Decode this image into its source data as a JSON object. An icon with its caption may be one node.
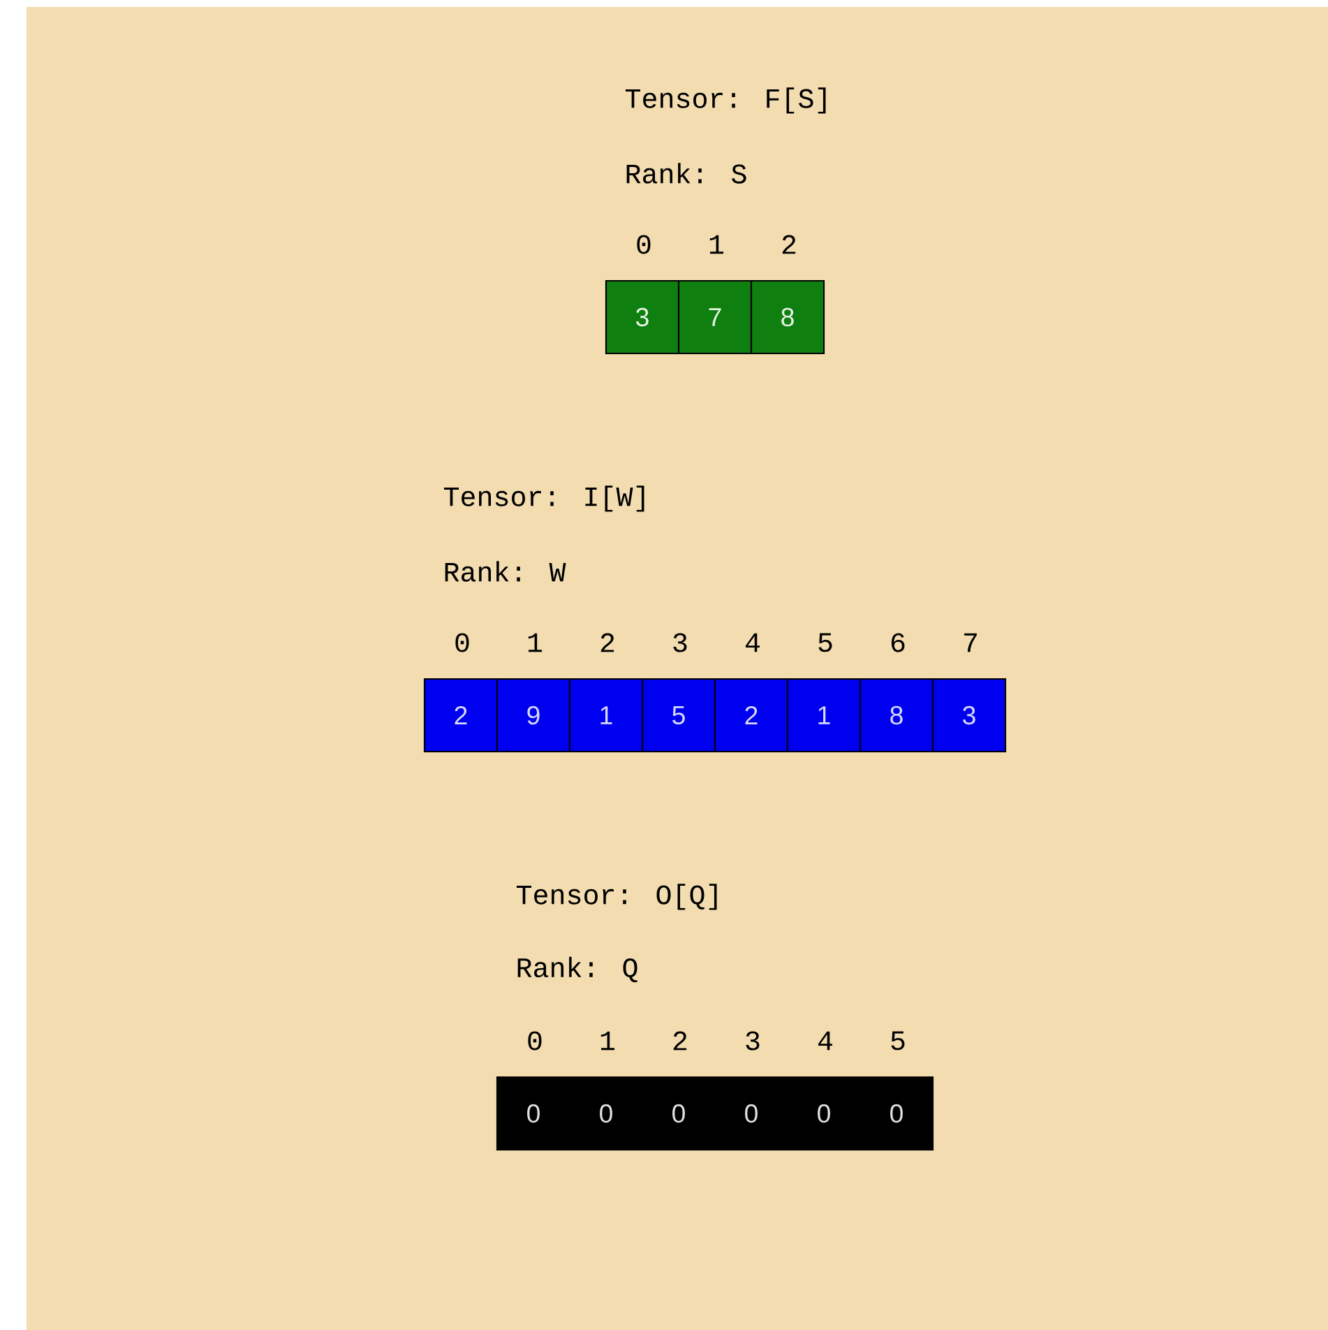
{
  "diagram": {
    "nodes": [
      {
        "text": [
          "3"
        ]
      },
      {
        "text": [
          "7"
        ]
      },
      {
        "text": [
          "8"
        ]
      },
      {
        "text": [
          "2"
        ]
      },
      {
        "text": [
          "9"
        ]
      },
      {
        "text": [
          "1"
        ]
      },
      {
        "text": [
          "5"
        ]
      },
      {
        "text": [
          "2"
        ]
      },
      {
        "text": [
          "1"
        ]
      },
      {
        "text": [
          "8"
        ]
      },
      {
        "text": [
          "3"
        ]
      },
      {
        "text": [
          "0"
        ]
      },
      {
        "text": [
          "0"
        ]
      },
      {
        "text": [
          "0"
        ]
      },
      {
        "text": [
          "0"
        ]
      },
      {
        "text": [
          "0"
        ]
      },
      {
        "text": [
          "0"
        ]
      }
    ],
    "edges": [],
    "labels": [
      "Tensor: F[S]",
      "Rank: S",
      "0",
      "1",
      "2",
      "Tensor: I[W]",
      "Rank: W",
      "0",
      "1",
      "2",
      "3",
      "4",
      "5",
      "6",
      "7",
      "Tensor: O[Q]",
      "Rank: Q",
      "0",
      "1",
      "2",
      "3",
      "4",
      "5"
    ]
  }
}
